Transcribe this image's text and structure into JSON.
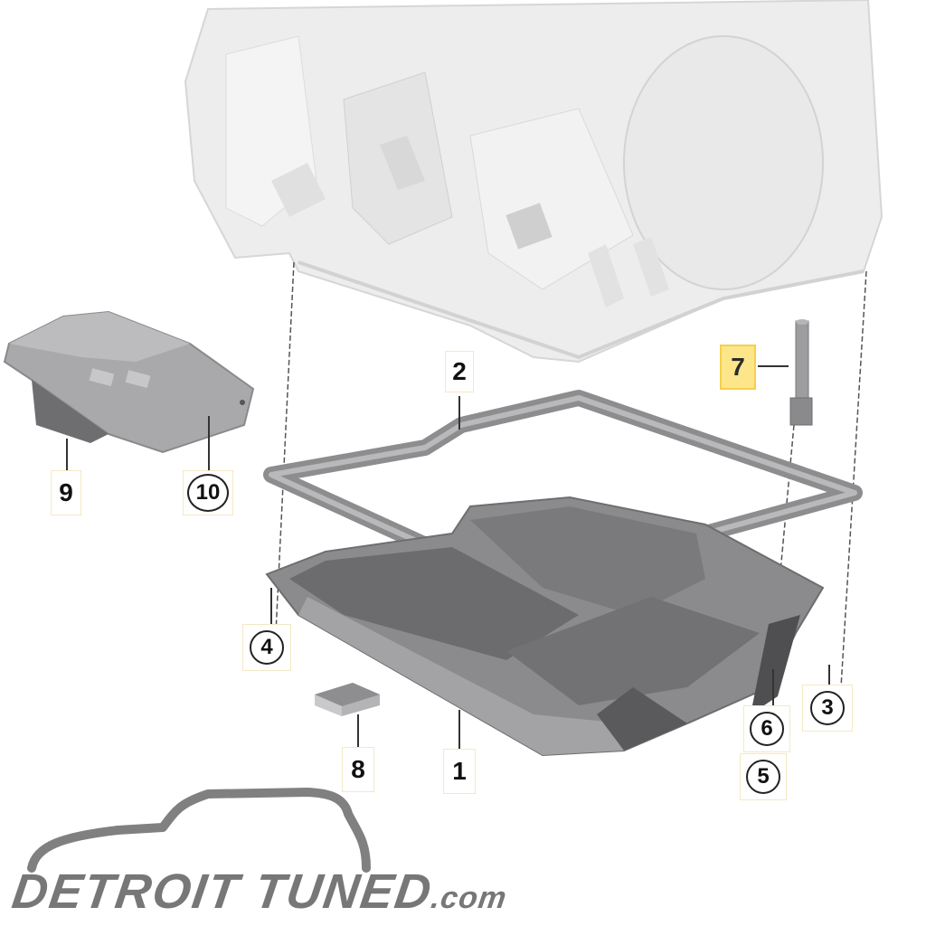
{
  "diagram": {
    "subject": "Transmission oil pan assembly - exploded parts diagram",
    "callouts": [
      {
        "id": "1",
        "label": "1",
        "style": "plain",
        "part": "oil-pan"
      },
      {
        "id": "2",
        "label": "2",
        "style": "plain",
        "part": "pan-gasket"
      },
      {
        "id": "3",
        "label": "3",
        "style": "circled",
        "part": "pan-bolt-right"
      },
      {
        "id": "4",
        "label": "4",
        "style": "circled",
        "part": "pan-bolt-left"
      },
      {
        "id": "5",
        "label": "5",
        "style": "circled",
        "part": "drain-plug"
      },
      {
        "id": "6",
        "label": "6",
        "style": "circled",
        "part": "drain-plug-seal"
      },
      {
        "id": "7",
        "label": "7",
        "style": "highlighted",
        "part": "sleeve-bolt"
      },
      {
        "id": "8",
        "label": "8",
        "style": "plain",
        "part": "magnet"
      },
      {
        "id": "9",
        "label": "9",
        "style": "plain",
        "part": "oil-filter"
      },
      {
        "id": "10",
        "label": "10",
        "style": "circled",
        "part": "filter-screw"
      }
    ],
    "highlight_color": "#fde68a",
    "part_colors": {
      "transmission_housing": "#ececec",
      "pan_metal": "#8a8a8c",
      "pan_dark": "#5e5e60",
      "gasket": "#9a9a9c"
    }
  },
  "logo": {
    "text_main": "DETROIT TUNED",
    "text_domain": ".com",
    "color": "#777777"
  }
}
